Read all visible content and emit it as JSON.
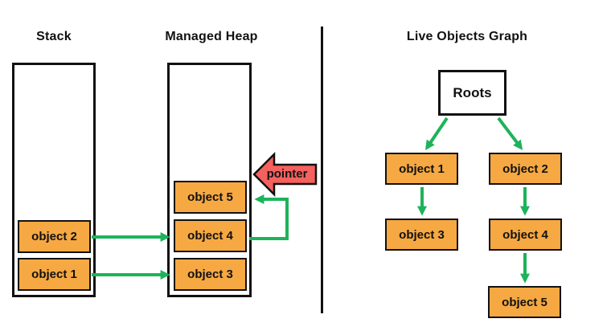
{
  "colors": {
    "background": "#ffffff",
    "text": "#111111",
    "line_black": "#111111",
    "box_fill": "#F6A842",
    "box_border": "#111111",
    "arrow_green": "#1DB35B",
    "pointer_red": "#F4615E"
  },
  "left": {
    "stack": {
      "title": "Stack",
      "items": [
        "object 2",
        "object 1"
      ]
    },
    "heap": {
      "title": "Managed Heap",
      "items": [
        "object 5",
        "object 4",
        "object 3"
      ]
    },
    "pointer_label": "pointer",
    "references": [
      {
        "from": "object 2",
        "to": "object 4"
      },
      {
        "from": "object 1",
        "to": "object 3"
      },
      {
        "from": "object 4",
        "to": "object 5"
      }
    ]
  },
  "graph": {
    "title": "Live Objects Graph",
    "root_label": "Roots",
    "nodes": [
      "object 1",
      "object 2",
      "object 3",
      "object 4",
      "object 5"
    ],
    "edges": [
      {
        "from": "Roots",
        "to": "object 1"
      },
      {
        "from": "Roots",
        "to": "object 2"
      },
      {
        "from": "object 1",
        "to": "object 3"
      },
      {
        "from": "object 2",
        "to": "object 4"
      },
      {
        "from": "object 4",
        "to": "object 5"
      }
    ]
  }
}
